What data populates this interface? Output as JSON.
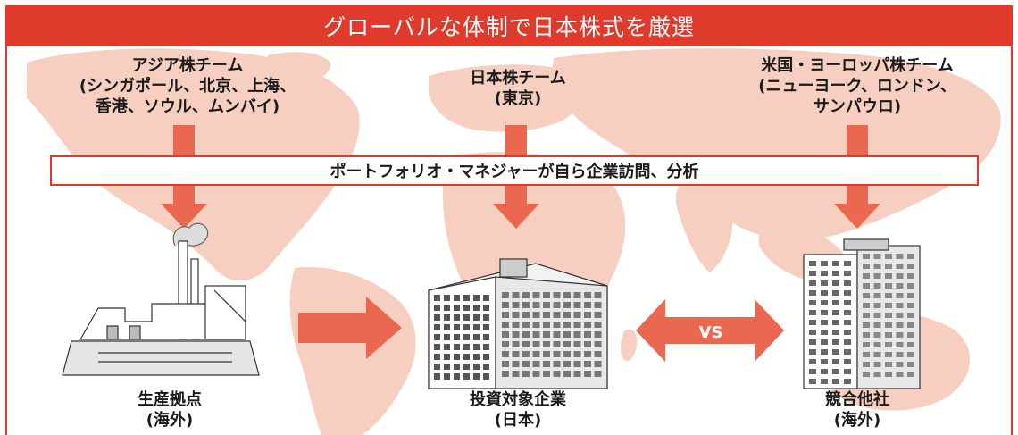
{
  "title": "グローバルな体制で日本株式を厳選",
  "teams": {
    "asia": {
      "name": "アジア株チーム",
      "line2": "(シンガポール、北京、上海、",
      "line3": "香港、ソウル、ムンバイ)"
    },
    "japan": {
      "name": "日本株チーム",
      "line2": "(東京)"
    },
    "west": {
      "name": "米国・ヨーロッパ株チーム",
      "line2": "(ニューヨーク、ロンドン、",
      "line3": "サンパウロ)"
    }
  },
  "banner": "ポートフォリオ・マネジャーが自ら企業訪問、分析",
  "entities": {
    "production": {
      "name": "生産拠点",
      "sub": "(海外)"
    },
    "target": {
      "name": "投資対象企業",
      "sub": "(日本)"
    },
    "competitor": {
      "name": "競合他社",
      "sub": "(海外)"
    }
  },
  "vs_label": "VS",
  "colors": {
    "accent": "#e03a2c",
    "map": "#f6cfc0",
    "arrow": "#e9684f"
  },
  "icons": [
    "factory-icon",
    "office-building-icon",
    "tower-building-icon"
  ]
}
